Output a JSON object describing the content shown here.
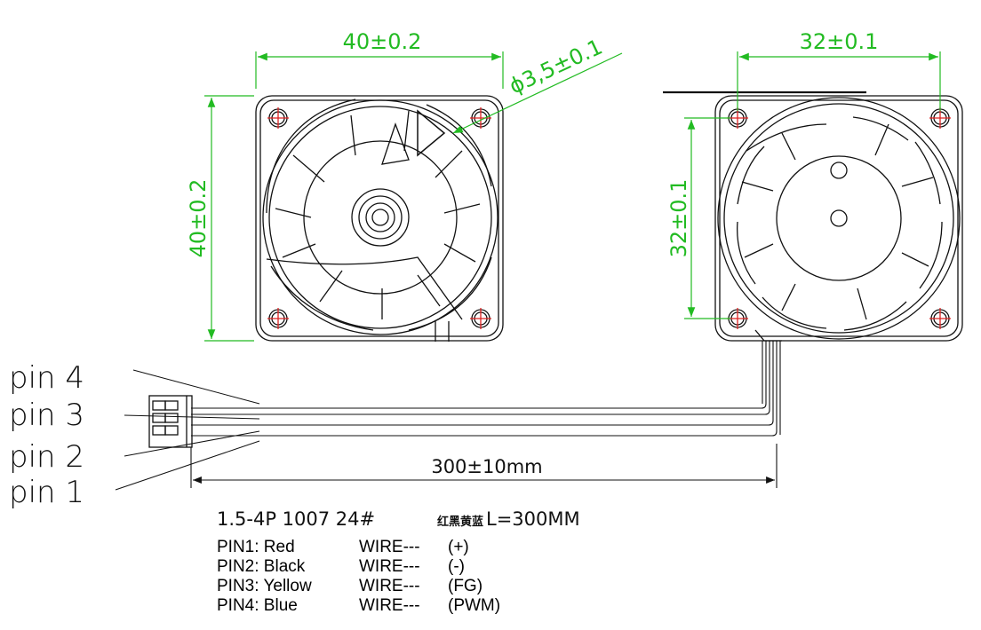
{
  "dimensions": {
    "front_width": "40±0.2",
    "front_height": "40±0.2",
    "hole_diameter": "ϕ3,5±0.1",
    "hole_spacing_horizontal": "32±0.1",
    "hole_spacing_vertical": "32±0.1",
    "cable_length": "300±10mm"
  },
  "pins": [
    {
      "label": "pin 4"
    },
    {
      "label": "pin 3"
    },
    {
      "label": "pin 2"
    },
    {
      "label": "pin 1"
    }
  ],
  "cable_spec": {
    "main": "1.5-4P 1007 24#",
    "colors_cjk": "红黑黄蓝",
    "length": "L=300MM"
  },
  "wires": [
    {
      "pin": "PIN1: Red",
      "wire": "WIRE---",
      "signal": "(+)"
    },
    {
      "pin": "PIN2: Black",
      "wire": "WIRE---",
      "signal": "(-)"
    },
    {
      "pin": "PIN3: Yellow",
      "wire": "WIRE---",
      "signal": "(FG)"
    },
    {
      "pin": "PIN4: Blue",
      "wire": "WIRE---",
      "signal": "(PWM)"
    }
  ],
  "colors": {
    "dimension": "#22bb22",
    "hole_mark": "#dd2222",
    "line": "#111111"
  }
}
